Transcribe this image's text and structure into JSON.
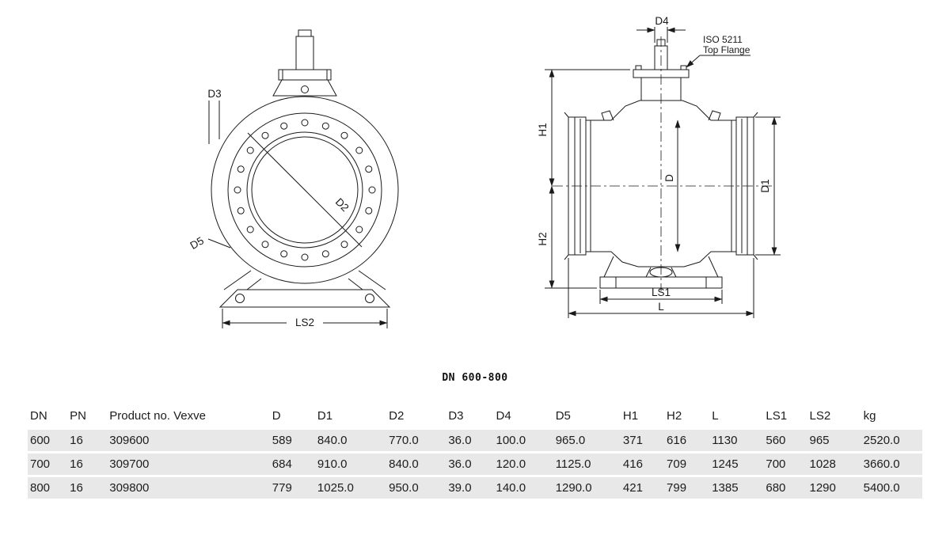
{
  "drawing": {
    "caption": "DN 600-800",
    "front_view": {
      "labels": {
        "d3": "D3",
        "d2": "D2",
        "d5": "D5",
        "ls2": "LS2"
      }
    },
    "side_view": {
      "labels": {
        "d4": "D4",
        "h1": "H1",
        "h2": "H2",
        "d": "D",
        "d1": "D1",
        "ls1": "LS1",
        "l": "L"
      },
      "annotation": {
        "line1": "ISO 5211",
        "line2": "Top Flange"
      }
    }
  },
  "table": {
    "headers": [
      "DN",
      "PN",
      "Product no. Vexve",
      "D",
      "D1",
      "D2",
      "D3",
      "D4",
      "D5",
      "H1",
      "H2",
      "L",
      "LS1",
      "LS2",
      "kg"
    ],
    "rows": [
      [
        "600",
        "16",
        "309600",
        "589",
        "840.0",
        "770.0",
        "36.0",
        "100.0",
        "965.0",
        "371",
        "616",
        "1130",
        "560",
        "965",
        "2520.0"
      ],
      [
        "700",
        "16",
        "309700",
        "684",
        "910.0",
        "840.0",
        "36.0",
        "120.0",
        "1125.0",
        "416",
        "709",
        "1245",
        "700",
        "1028",
        "3660.0"
      ],
      [
        "800",
        "16",
        "309800",
        "779",
        "1025.0",
        "950.0",
        "39.0",
        "140.0",
        "1290.0",
        "421",
        "799",
        "1385",
        "680",
        "1290",
        "5400.0"
      ]
    ]
  },
  "colors": {
    "line": "#1a1a1a",
    "row_bg": "#e8e8e8",
    "text": "#1c1c1c"
  }
}
